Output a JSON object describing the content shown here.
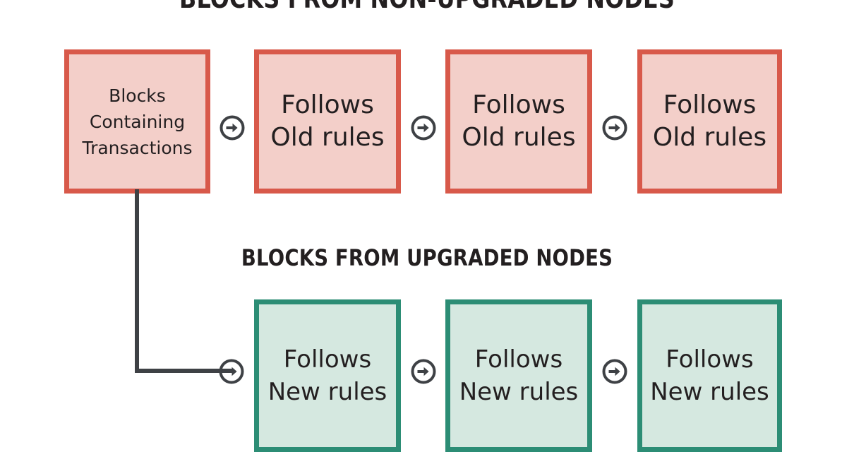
{
  "diagram": {
    "type": "blockchain-hard-fork-diagram",
    "sections": [
      {
        "id": "non-upgraded",
        "title": "BLOCKS FROM NON-UPGRADED NODES",
        "accent_color": "#d8594a",
        "fill_color": "#f3cfc9"
      },
      {
        "id": "upgraded",
        "title": "BLOCKS FROM UPGRADED NODES",
        "accent_color": "#2c8d75",
        "fill_color": "#d5e8e0"
      }
    ],
    "top_row": [
      {
        "id": "source",
        "label": "Blocks\nContaining\nTransactions"
      },
      {
        "id": "old-1",
        "label": "Follows\nOld rules"
      },
      {
        "id": "old-2",
        "label": "Follows\nOld rules"
      },
      {
        "id": "old-3",
        "label": "Follows\nOld rules"
      }
    ],
    "bottom_row": [
      {
        "id": "new-1",
        "label": "Follows\nNew rules"
      },
      {
        "id": "new-2",
        "label": "Follows\nNew rules"
      },
      {
        "id": "new-3",
        "label": "Follows\nNew rules"
      }
    ],
    "connectors": {
      "arrow_icon": "circled-right-arrow-icon",
      "line_color": "#3e4145",
      "fork_description": "branch from source block down to upgraded chain"
    }
  }
}
